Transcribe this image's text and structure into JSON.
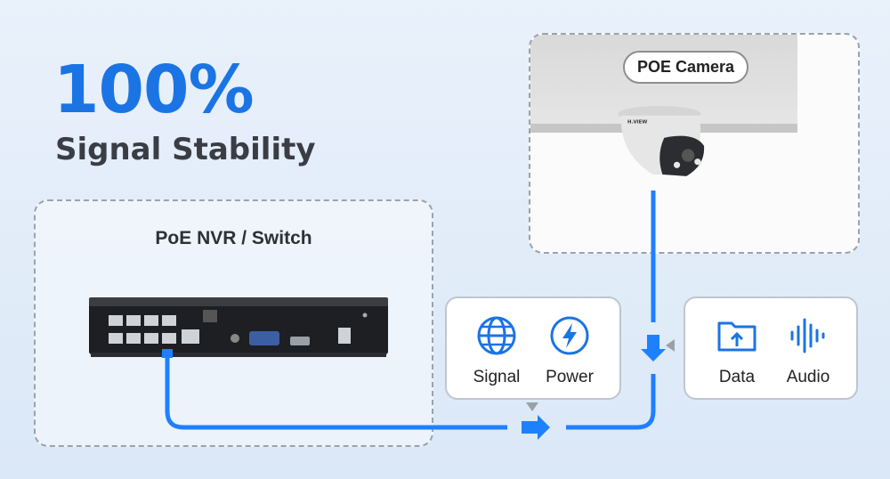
{
  "headline": "100%",
  "subhead": "Signal Stability",
  "nvr_panel": {
    "title": "PoE NVR / Switch"
  },
  "camera_panel": {
    "label": "POE Camera",
    "camera_brand": "H.VIEW"
  },
  "features_left": [
    {
      "icon": "globe-icon",
      "label": "Signal"
    },
    {
      "icon": "power-bolt-icon",
      "label": "Power"
    }
  ],
  "features_right": [
    {
      "icon": "folder-upload-icon",
      "label": "Data"
    },
    {
      "icon": "audio-wave-icon",
      "label": "Audio"
    }
  ],
  "colors": {
    "accent": "#1b74e4",
    "line": "#1f80ff",
    "text_dark": "#2e3036"
  }
}
